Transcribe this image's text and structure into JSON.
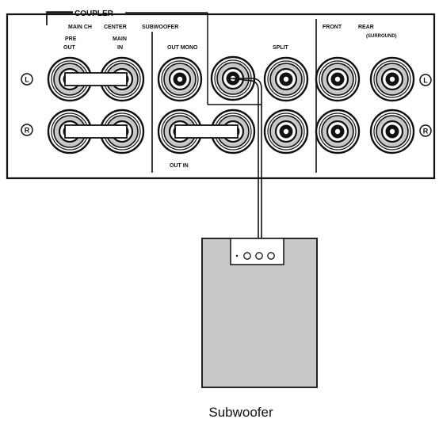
{
  "panel": {
    "coupler_label": "COUPLER",
    "main_ch_label": "MAIN CH",
    "center_label": "CENTER",
    "subwoofer_label": "SUBWOOFER",
    "pre_label": "PRE",
    "out_label": "OUT",
    "main_label": "MAIN",
    "in_label": "IN",
    "out_mono_label": "OUT MONO",
    "split_label": "SPLIT",
    "front_label": "FRONT",
    "rear_label": "REAR",
    "surround_label": "(SURROUND)",
    "out_in_label": "OUT IN",
    "left_marker": "L",
    "right_marker": "R"
  },
  "subwoofer": {
    "caption": "Subwoofer",
    "connector_label": "·ooo"
  }
}
